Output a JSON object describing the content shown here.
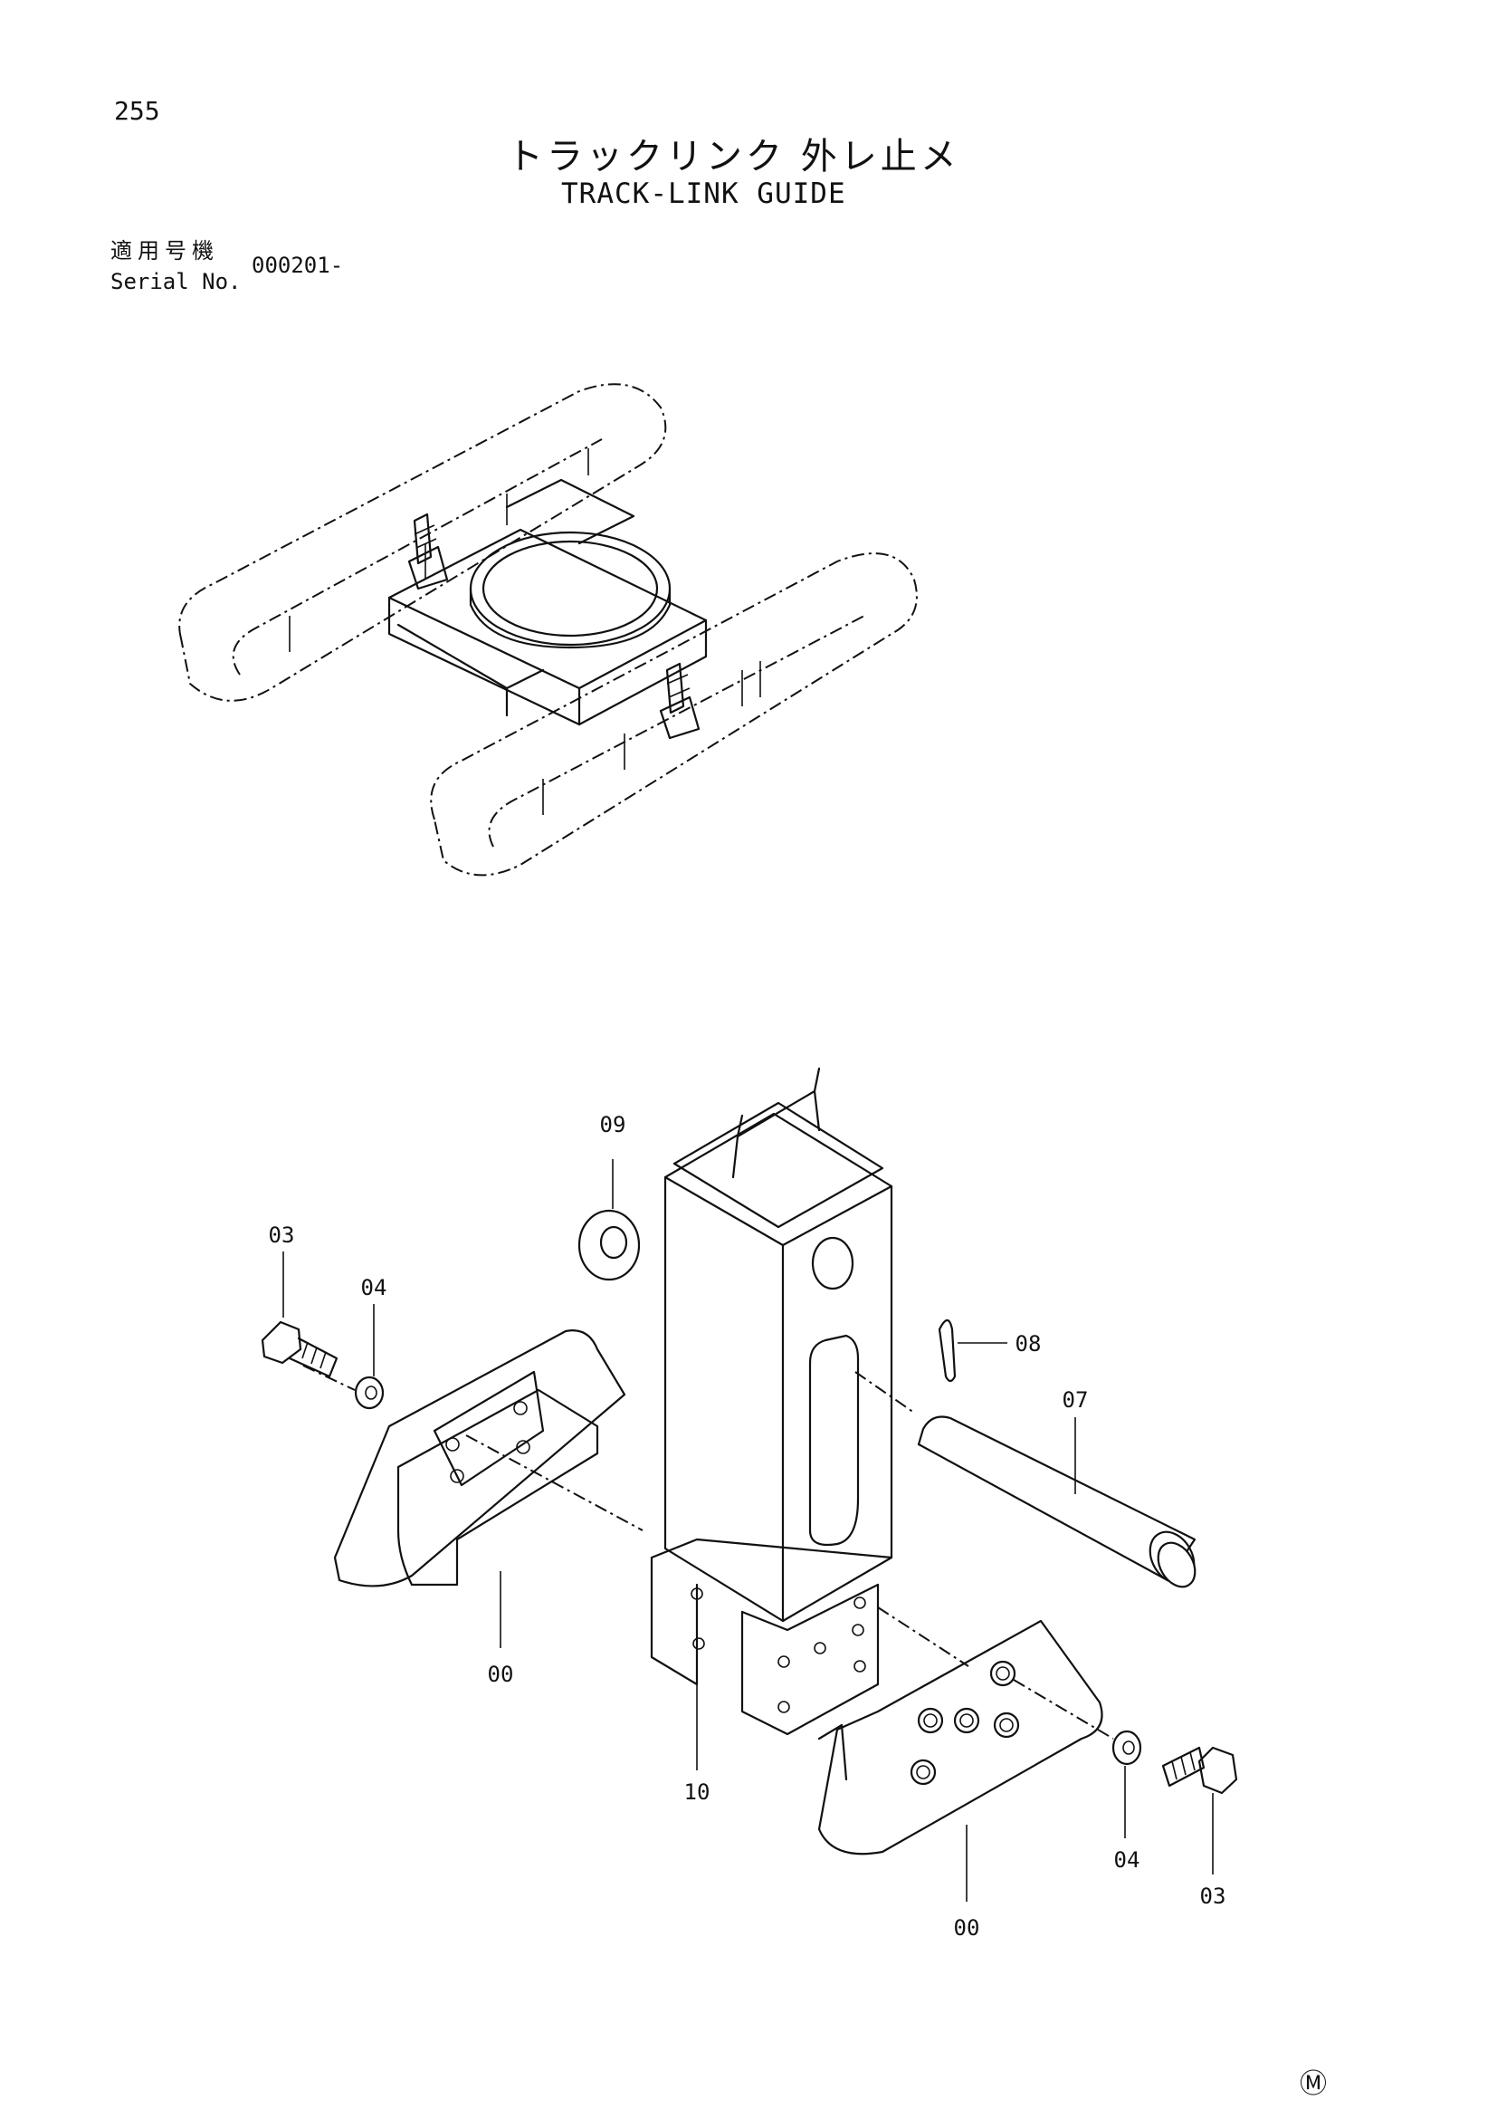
{
  "page_number": "255",
  "title_jp": "トラックリンク 外レ止メ",
  "title_en": "TRACK-LINK GUIDE",
  "serial": {
    "label_jp": "適用号機",
    "label_en": "Serial No.",
    "value": "000201-"
  },
  "callouts": {
    "c09": "09",
    "c03_left": "03",
    "c04_left": "04",
    "c08": "08",
    "c07": "07",
    "c00_left": "00",
    "c10": "10",
    "c04_right": "04",
    "c03_right": "03",
    "c00_right": "00"
  },
  "corner_mark": "Ⓜ"
}
